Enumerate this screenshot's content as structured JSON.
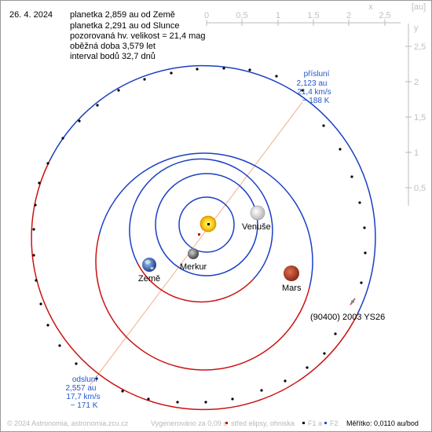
{
  "header": {
    "date": "26. 4. 2024",
    "lines": [
      "planetka 2,859 au od Země",
      "planetka 2,291 au od Slunce",
      "pozorovaná hv. velikost = 21,4 mag",
      "oběžná doba 3,579 let",
      "interval bodů 32,7 dnů"
    ]
  },
  "axes": {
    "x_ticks": [
      "0",
      "0,5",
      "1",
      "1,5",
      "2",
      "2,5"
    ],
    "y_ticks": [
      "2,5",
      "2",
      "1,5",
      "1",
      "0,5"
    ],
    "x_label": "x",
    "y_label": "y",
    "unit": "[au]"
  },
  "perihelion": {
    "title": "přísluní",
    "distance": "2,123 au",
    "speed": "21,4 km/s",
    "temp": "~ 188 K"
  },
  "aphelion": {
    "title": "odsluní",
    "distance": "2,557 au",
    "speed": "17,7 km/s",
    "temp": "~ 171 K"
  },
  "bodies": {
    "venus": "Venuše",
    "mercury": "Merkur",
    "earth": "Země",
    "mars": "Mars",
    "asteroid": "(90400) 2003 YS26"
  },
  "footer": {
    "copyright": "© 2024 Astronomia, astronomia.zcu.cz",
    "generated": "Vygenerováno za 0,09 s",
    "legend_center": "střed elipsy, ohniska",
    "f1": "F1 a",
    "f2": "F2",
    "scale": "Měřítko: 0,0110 au/bod"
  },
  "colors": {
    "orbit_blue": "#1a3fc4",
    "orbit_red": "#cc1111",
    "apsis_line": "#f0b090",
    "label_blue": "#2255cc"
  }
}
